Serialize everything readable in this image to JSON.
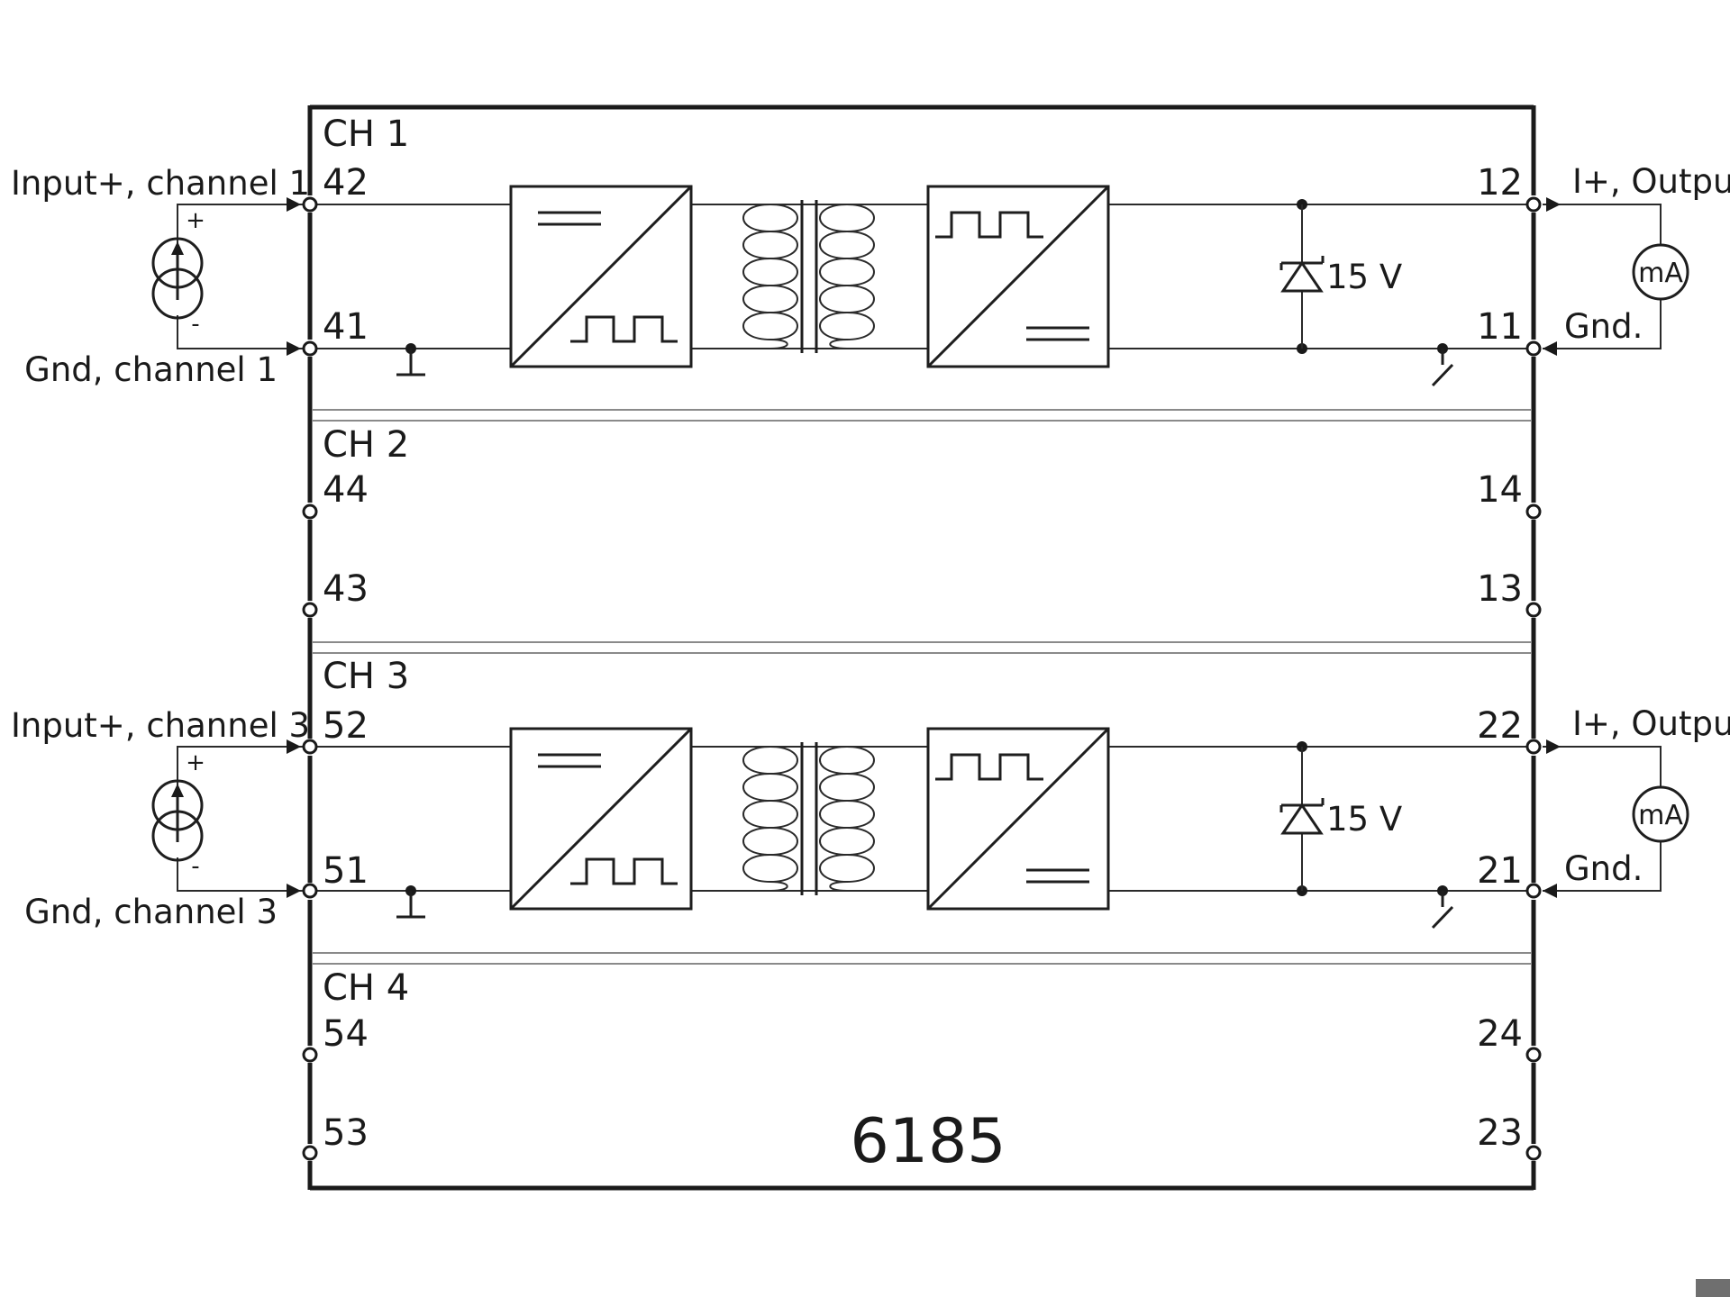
{
  "module": {
    "model": "6185"
  },
  "channels": [
    {
      "label": "CH 1",
      "input_plus_terminal": "42",
      "input_gnd_terminal": "41",
      "output_plus_terminal": "12",
      "output_gnd_terminal": "11",
      "input_plus_label": "Input+, channel 1",
      "input_gnd_label": "Gnd, channel 1",
      "output_plus_label": "I+, Output",
      "output_gnd_label": "Gnd.",
      "zener_label": "15 V",
      "meter_label": "mA",
      "source_plus": "+",
      "source_minus": "-"
    },
    {
      "label": "CH 2",
      "input_plus_terminal": "44",
      "input_gnd_terminal": "43",
      "output_plus_terminal": "14",
      "output_gnd_terminal": "13"
    },
    {
      "label": "CH 3",
      "input_plus_terminal": "52",
      "input_gnd_terminal": "51",
      "output_plus_terminal": "22",
      "output_gnd_terminal": "21",
      "input_plus_label": "Input+, channel 3",
      "input_gnd_label": "Gnd, channel 3",
      "output_plus_label": "I+, Output",
      "output_gnd_label": "Gnd.",
      "zener_label": "15 V",
      "meter_label": "mA",
      "source_plus": "+",
      "source_minus": "-"
    },
    {
      "label": "CH 4",
      "input_plus_terminal": "54",
      "input_gnd_terminal": "53",
      "output_plus_terminal": "24",
      "output_gnd_terminal": "23"
    }
  ]
}
